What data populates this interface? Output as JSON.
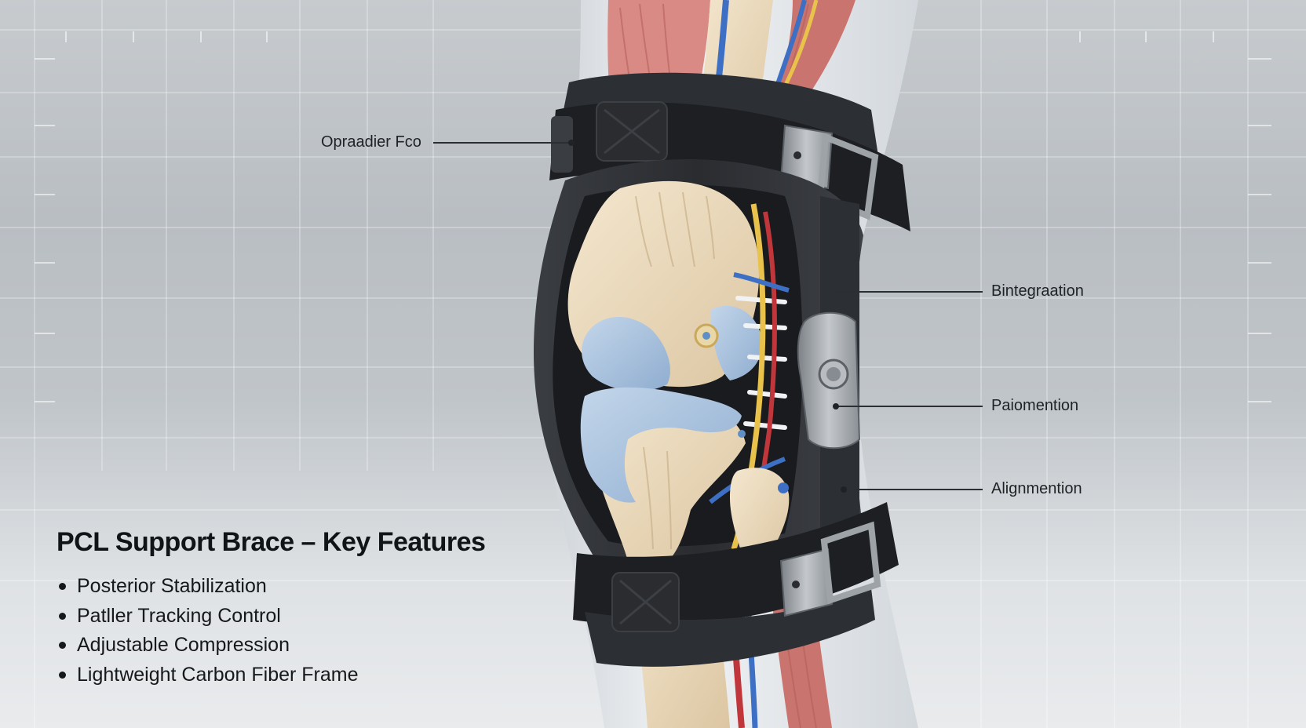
{
  "callouts": [
    {
      "id": "callout-1",
      "label": "Opraadier Fco"
    },
    {
      "id": "callout-2",
      "label": "Bintegraation"
    },
    {
      "id": "callout-3",
      "label": "Paiomention"
    },
    {
      "id": "callout-4",
      "label": "Alignmention"
    }
  ],
  "panel": {
    "title": "PCL Support Brace – Key Features",
    "features": [
      "Posterior Stabilization",
      "Patller Tracking Control",
      "Adjustable Compression",
      "Lightweight Carbon Fiber Frame"
    ]
  },
  "colors": {
    "brace_frame": "#2c2f33",
    "strap": "#1d1f22",
    "bone": "#ecdcc0",
    "cartilage": "#a9c3df",
    "muscle": "#d98a84",
    "nerve_yellow": "#e8c24a",
    "vessel_blue": "#3d6fc4",
    "vessel_red": "#c0363a",
    "hinge": "#9ea3a8"
  }
}
